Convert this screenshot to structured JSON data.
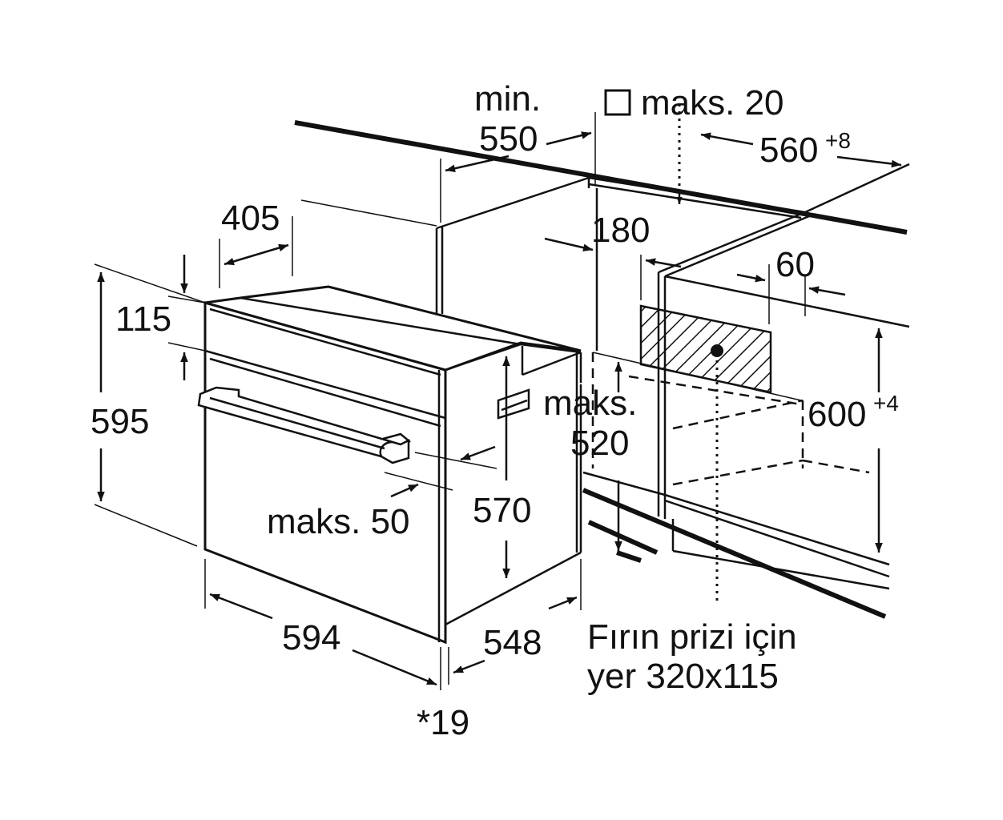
{
  "diagram": {
    "labels": {
      "min_label": "min.",
      "min_value": "550",
      "max20": "maks. 20",
      "w560": "560",
      "w560_tol": "+8",
      "d405": "405",
      "d180": "180",
      "d60": "60",
      "h115": "115",
      "h595": "595",
      "h600": "600",
      "h600_tol": "+4",
      "max520_a": "maks.",
      "max520_b": "520",
      "h570": "570",
      "max50": "maks. 50",
      "w594": "594",
      "d548": "548",
      "foot19": "*19",
      "socket_line1": "Fırın prizi için",
      "socket_line2": "yer 320x115"
    }
  }
}
